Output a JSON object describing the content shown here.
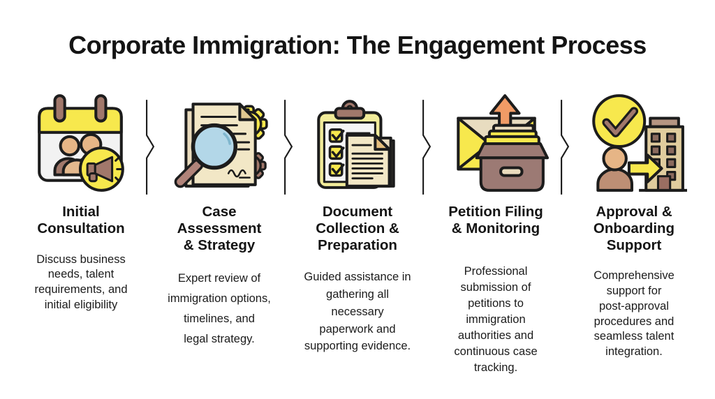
{
  "title": "Corporate Immigration: The Engagement Process",
  "steps": [
    {
      "icon": "consultation-calendar-megaphone-icon",
      "heading": "Initial\nConsultation",
      "description": "Discuss business\nneeds, talent\nrequirements, and\ninitial eligibility"
    },
    {
      "icon": "document-magnifier-gears-icon",
      "heading": "Case\nAssessment\n& Strategy",
      "description": "Expert review of\nimmigration options,\ntimelines, and\nlegal strategy."
    },
    {
      "icon": "checklist-clipboard-papers-icon",
      "heading": "Document\nCollection &\nPreparation",
      "description": "Guided assistance in\ngathering all\nnecessary\npaperwork and\nsupporting evidence."
    },
    {
      "icon": "envelope-upload-filebox-icon",
      "heading": "Petition Filing\n& Monitoring",
      "description": "Professional\nsubmission of\npetitions to\nimmigration\nauthorities and\ncontinuous case\ntracking."
    },
    {
      "icon": "approval-check-person-building-icon",
      "heading": "Approval &\nOnboarding\nSupport",
      "description": "Comprehensive\nsupport for\npost-approval\nprocedures and\nseamless talent\nintegration."
    }
  ],
  "colors": {
    "outline": "#1c1c1c",
    "yellow": "#F7E84D",
    "pale_yellow": "#F2EC9A",
    "brown": "#A1786B",
    "mauve_brown": "#9C7A74",
    "dark_brown_windows": "#8A6A5E",
    "tan_skin": "#E6B586",
    "mid_tan": "#C99F78",
    "cream": "#EADCBE",
    "paper_cream": "#F2E7C6",
    "paper_white": "#F2F2F2",
    "lens_blue": "#B3D7E8",
    "arrow_orange": "#F09B66",
    "building_beige": "#E0CC9E"
  }
}
